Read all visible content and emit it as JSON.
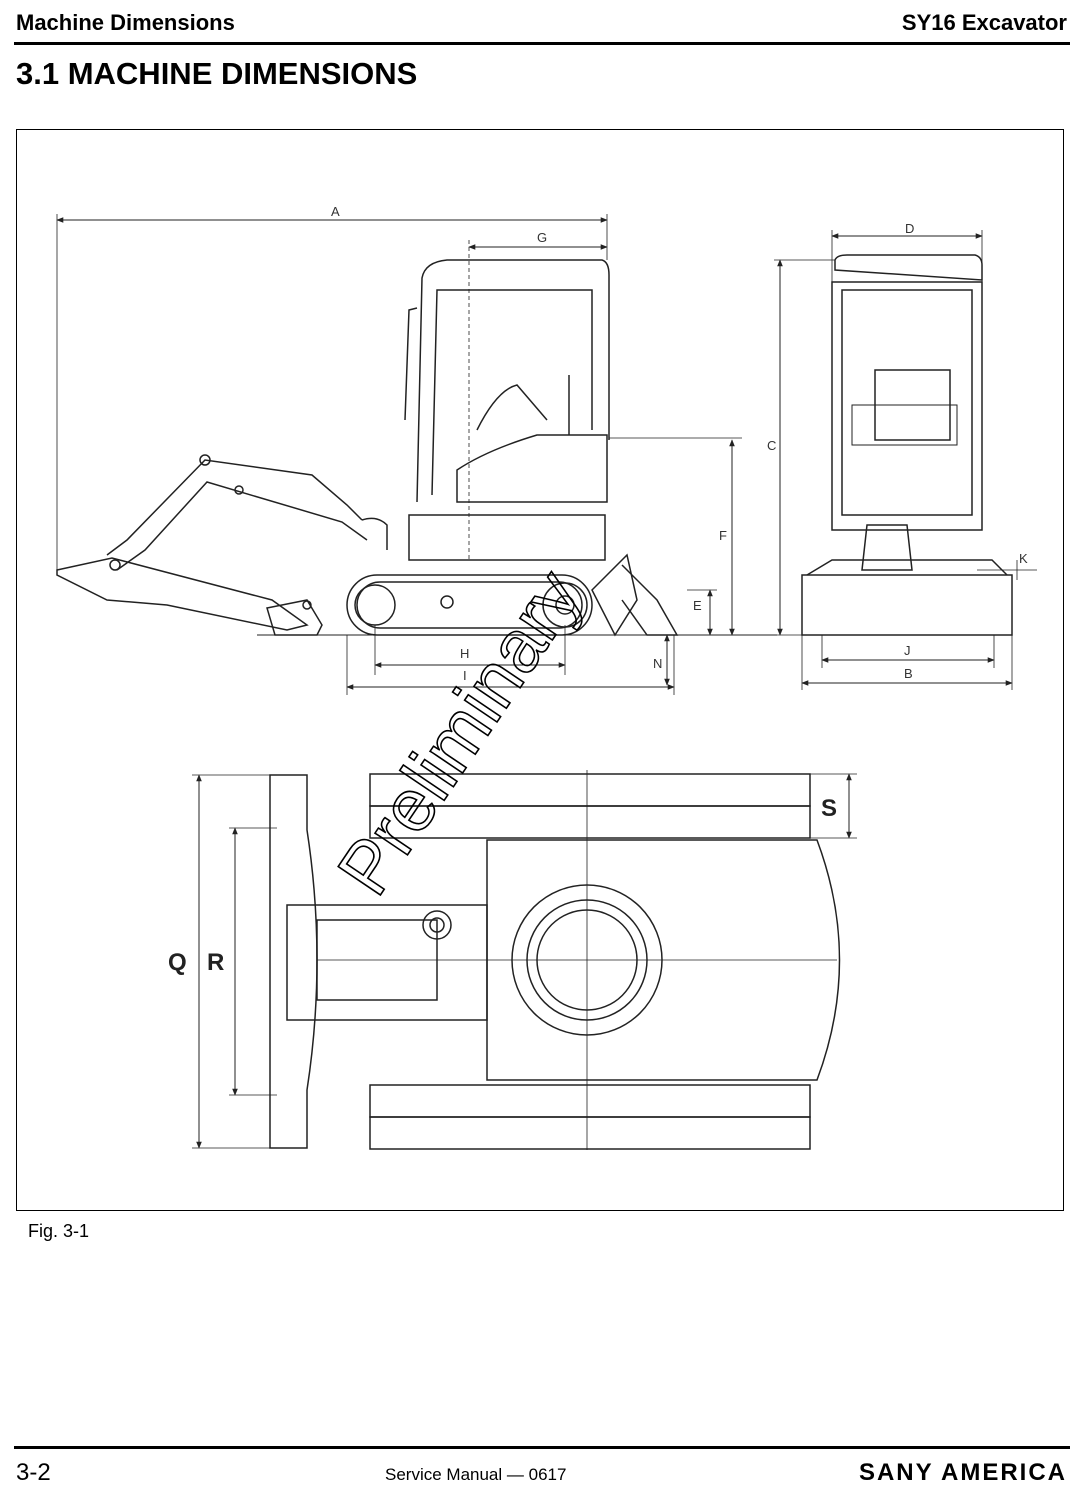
{
  "header": {
    "section": "Machine Dimensions",
    "model": "SY16 Excavator"
  },
  "title": "3.1 MACHINE DIMENSIONS",
  "figure": {
    "caption": "Fig. 3-1",
    "watermark": "Preliminary",
    "dimension_labels": {
      "A": "A",
      "B": "B",
      "C": "C",
      "D": "D",
      "E": "E",
      "F": "F",
      "G": "G",
      "H": "H",
      "I": "I",
      "J": "J",
      "K": "K",
      "N": "N",
      "Q": "Q",
      "R": "R",
      "S": "S"
    }
  },
  "footer": {
    "page": "3-2",
    "manual": "Service Manual — 0617",
    "brand": "SANY AMERICA"
  }
}
